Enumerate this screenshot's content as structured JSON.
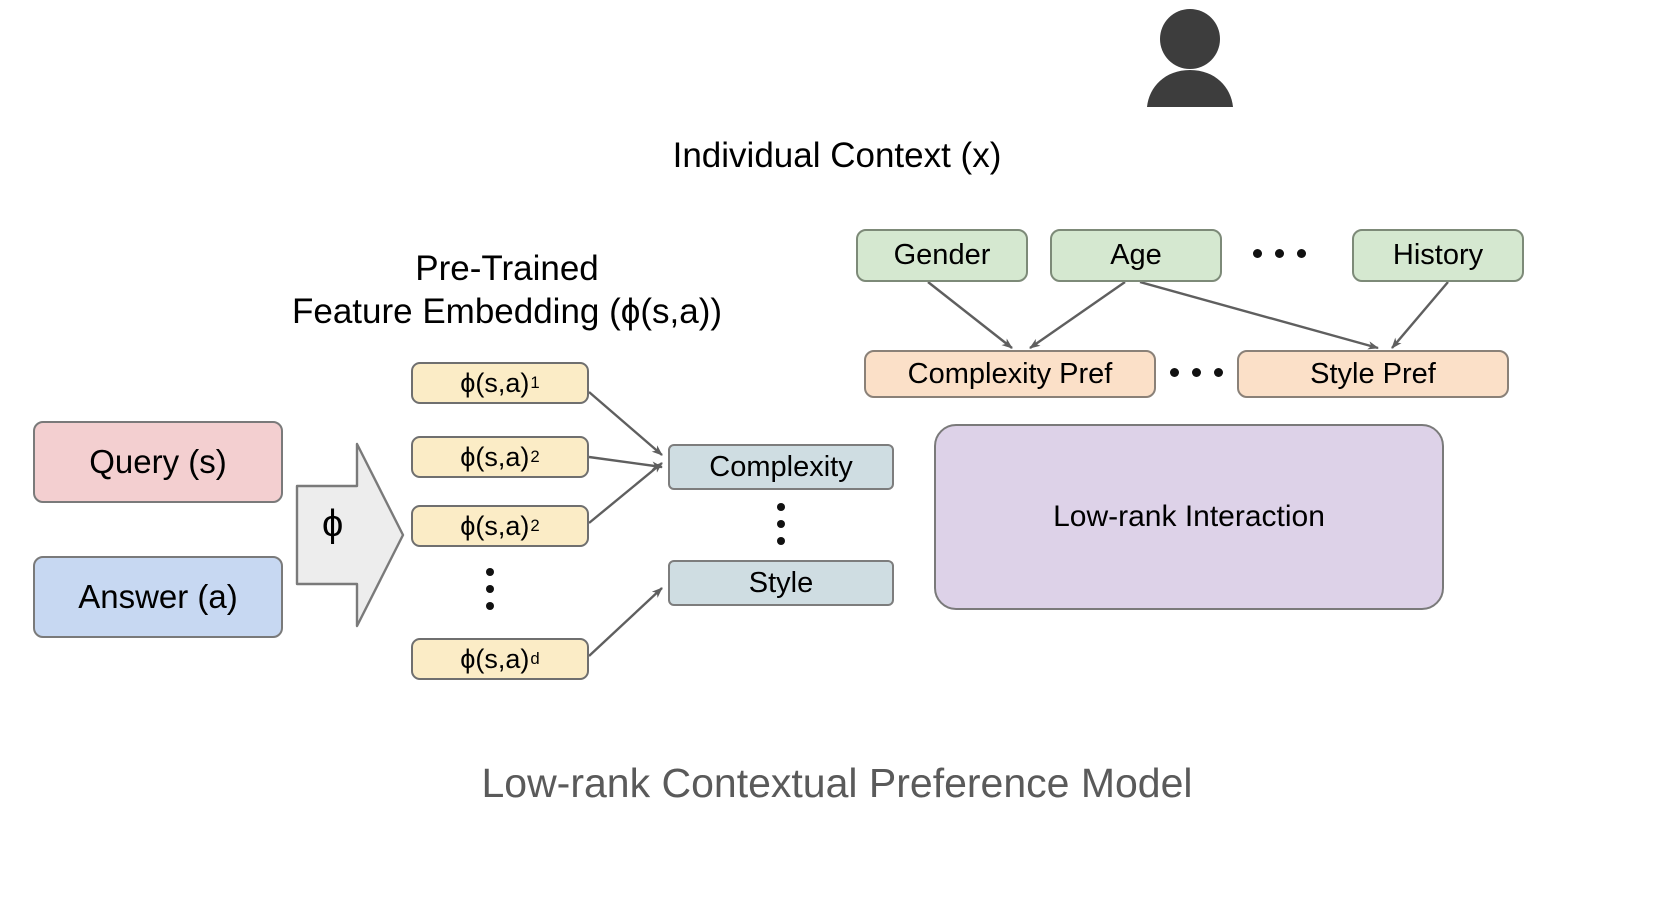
{
  "diagram": {
    "caption": "Low-rank Contextual Preference Model",
    "individual_context": {
      "icon": "person-icon",
      "label": "Individual Context (x)"
    },
    "embedding_title_line1": "Pre-Trained",
    "embedding_title_line2": "Feature Embedding (ϕ(s,a))",
    "inputs": [
      {
        "label": "Query (s)",
        "color": "#f3cfd0"
      },
      {
        "label": "Answer (a)",
        "color": "#c7d8f2"
      }
    ],
    "arrow_block": {
      "label": "ϕ",
      "color": "#ededed"
    },
    "embedding_items": [
      {
        "base": "ϕ(s,a)",
        "sub": "1"
      },
      {
        "base": "ϕ(s,a)",
        "sub": "2"
      },
      {
        "base": "ϕ(s,a)",
        "sub": "2"
      },
      {
        "base": "ϕ(s,a)",
        "sub": "d"
      }
    ],
    "embedding_ellipsis": "vertical-dots",
    "features": [
      {
        "label": "Complexity",
        "color": "#cfdde2"
      },
      {
        "label": "Style",
        "color": "#cfdde2"
      }
    ],
    "features_ellipsis": "vertical-dots",
    "context_attributes": [
      {
        "label": "Gender",
        "color": "#d5e8d0"
      },
      {
        "label": "Age",
        "color": "#d5e8d0"
      },
      {
        "label": "History",
        "color": "#d5e8d0"
      }
    ],
    "context_ellipsis": "horizontal-dots",
    "preferences": [
      {
        "label": "Complexity Pref",
        "color": "#fbe0c8"
      },
      {
        "label": "Style Pref",
        "color": "#fbe0c8"
      }
    ],
    "preferences_ellipsis": "horizontal-dots",
    "interaction": {
      "label": "Low-rank Interaction",
      "color": "#ddd2e8"
    },
    "edge_color": "#5f5f5f"
  }
}
